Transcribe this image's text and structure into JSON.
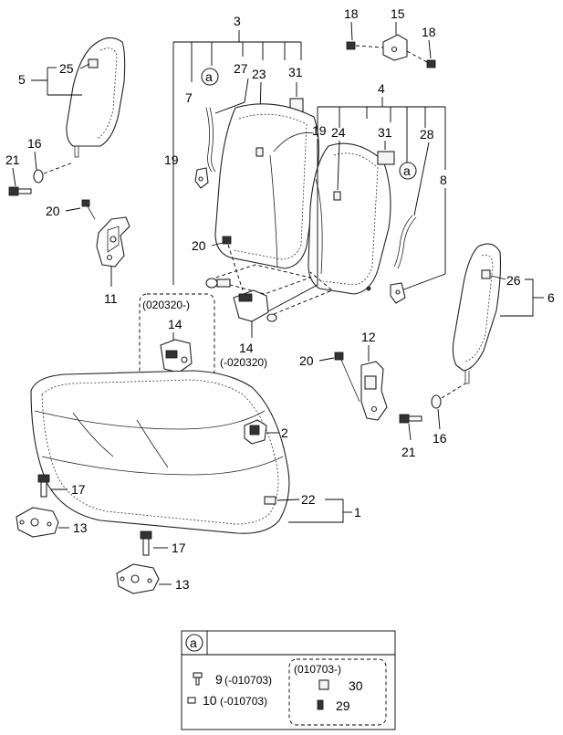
{
  "callouts": {
    "n1": "1",
    "n2": "2",
    "n3": "3",
    "n4": "4",
    "n5": "5",
    "n6": "6",
    "n7": "7",
    "n8": "8",
    "n11": "11",
    "n12": "12",
    "n13a": "13",
    "n13b": "13",
    "n14a": "14",
    "n14b": "14",
    "n15": "15",
    "n16a": "16",
    "n16b": "16",
    "n17a": "17",
    "n17b": "17",
    "n18a": "18",
    "n18b": "18",
    "n19a": "19",
    "n19b": "19",
    "n20a": "20",
    "n20b": "20",
    "n20c": "20",
    "n21a": "21",
    "n21b": "21",
    "n22": "22",
    "n23": "23",
    "n24": "24",
    "n25": "25",
    "n26": "26",
    "n27": "27",
    "n28": "28",
    "n31a": "31",
    "n31b": "31",
    "a1": "a",
    "a2": "a"
  },
  "inset_14": {
    "code_top": "(020320-)",
    "number": "14",
    "code_bottom": "(-020320)"
  },
  "legend": {
    "marker": "a",
    "item9": {
      "number": "9",
      "code": "(-010703)"
    },
    "item10": {
      "number": "10",
      "code": "(-010703)"
    },
    "sub": {
      "code": "(010703-)",
      "item30": "30",
      "item29": "29"
    }
  }
}
